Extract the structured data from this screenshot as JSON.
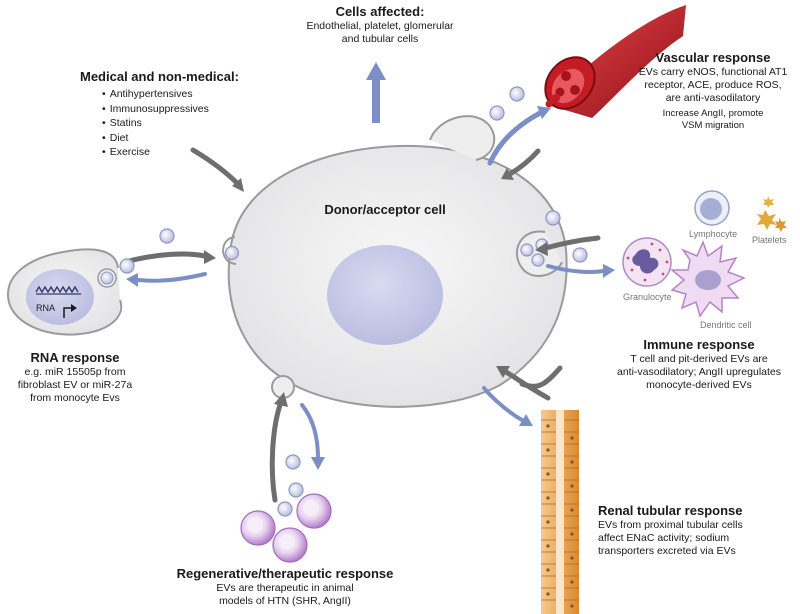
{
  "colors": {
    "cell_fill": "#ededee",
    "cell_stroke": "#9a9a9a",
    "nucleus": "#c9cbe6",
    "arrow_grey": "#6e6e6e",
    "arrow_blue": "#7b8fc6",
    "vesicle": "#b9bedf",
    "vessel_red": "#b3161e",
    "tubule_orange": "#e2a24b",
    "cell_purple": "#c89cd7"
  },
  "center": {
    "title": "Donor/acceptor cell"
  },
  "cells_affected": {
    "title": "Cells affected:",
    "lines": [
      "Endothelial, platelet, glomerular",
      "and tubular cells"
    ]
  },
  "medical": {
    "title": "Medical and non-medical:",
    "items": [
      "Antihypertensives",
      "Immunosuppressives",
      "Statins",
      "Diet",
      "Exercise"
    ]
  },
  "vascular": {
    "title": "Vascular response",
    "lines": [
      "EVs carry eNOS, functional AT1",
      "receptor, ACE, produce ROS,",
      "are anti-vasodilatory"
    ],
    "sub_lines": [
      "Increase AngII, promote",
      "VSM migration"
    ]
  },
  "rna": {
    "title": "RNA response",
    "lines": [
      "e.g. miR 15505p from",
      "fibroblast EV or miR-27a",
      "from monocyte Evs"
    ],
    "label": "RNA"
  },
  "immune": {
    "title": "Immune response",
    "lines": [
      "T cell and pit-derived EVs are",
      "anti-vasodilatory; AngII upregulates",
      "monocyte-derived EVs"
    ],
    "labels": {
      "lymphocyte": "Lymphocyte",
      "platelets": "Platelets",
      "granulocyte": "Granulocyte",
      "dendritic": "Dendritic cell"
    }
  },
  "renal": {
    "title": "Renal tubular response",
    "lines": [
      "EVs from proximal tubular cells",
      "affect ENaC activity; sodium",
      "transporters excreted via EVs"
    ]
  },
  "regen": {
    "title": "Regenerative/therapeutic response",
    "lines": [
      "EVs are therapeutic in animal",
      "models of HTN (SHR, AngII)"
    ]
  }
}
